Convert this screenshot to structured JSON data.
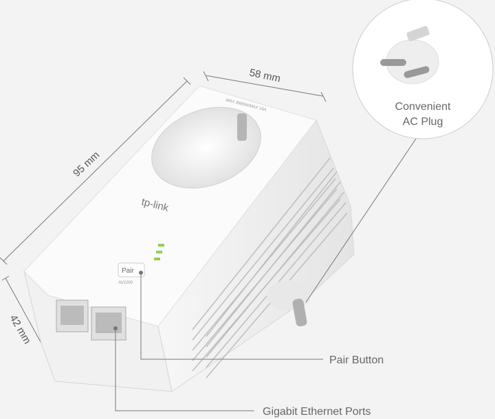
{
  "dimensions": {
    "width": "58 mm",
    "height": "95 mm",
    "depth": "42 mm"
  },
  "device": {
    "brand": "tp-link",
    "rating": "MAX 3680W/MAX 16A",
    "model": "AV1000",
    "pair_label": "Pair",
    "led_color": "#8fd14f"
  },
  "callouts": {
    "plug_line1": "Convenient",
    "plug_line2": "AC Plug",
    "pair_button": "Pair Button",
    "ethernet_ports": "Gigabit Ethernet Ports"
  }
}
